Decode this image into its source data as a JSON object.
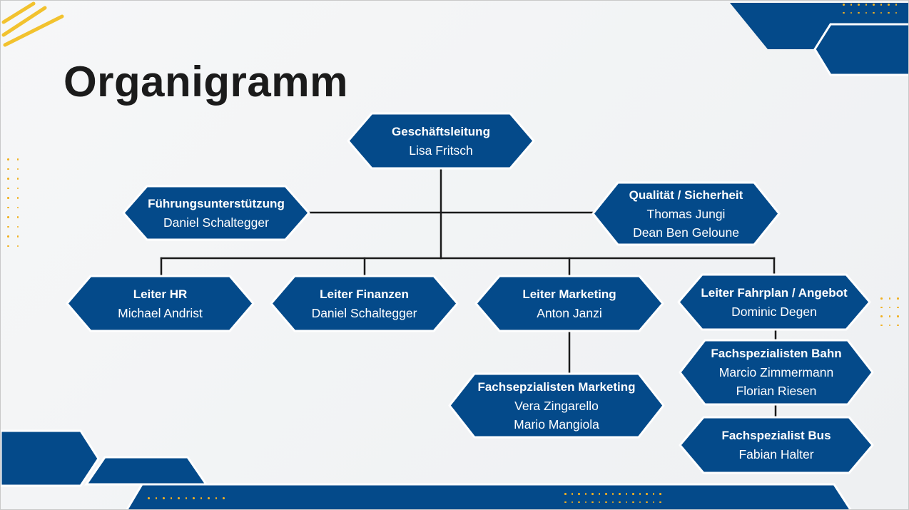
{
  "title": "Organigramm",
  "colors": {
    "primary": "#044a8a",
    "accent_yellow": "#f2c22e",
    "line": "#1a1a1a",
    "background": "#f3f4f5"
  },
  "nodes": {
    "ceo": {
      "title": "Geschäftsleitung",
      "people": [
        "Lisa Fritsch"
      ]
    },
    "support": {
      "title": "Führungsunterstützung",
      "people": [
        "Daniel Schaltegger"
      ]
    },
    "quality": {
      "title": "Qualität / Sicherheit",
      "people": [
        "Thomas Jungi",
        "Dean Ben Geloune"
      ]
    },
    "hr": {
      "title": "Leiter HR",
      "people": [
        "Michael Andrist"
      ]
    },
    "finance": {
      "title": "Leiter Finanzen",
      "people": [
        "Daniel Schaltegger"
      ]
    },
    "marketing": {
      "title": "Leiter Marketing",
      "people": [
        "Anton Janzi"
      ]
    },
    "timetable": {
      "title": "Leiter Fahrplan / Angebot",
      "people": [
        "Dominic Degen"
      ]
    },
    "marketing_specialists": {
      "title": "Fachsepzialisten Marketing",
      "people": [
        "Vera Zingarello",
        "Mario Mangiola"
      ]
    },
    "rail_specialists": {
      "title": "Fachspezialisten Bahn",
      "people": [
        "Marcio Zimmermann",
        "Florian Riesen"
      ]
    },
    "bus_specialist": {
      "title": "Fachspezialist Bus",
      "people": [
        "Fabian Halter"
      ]
    }
  }
}
